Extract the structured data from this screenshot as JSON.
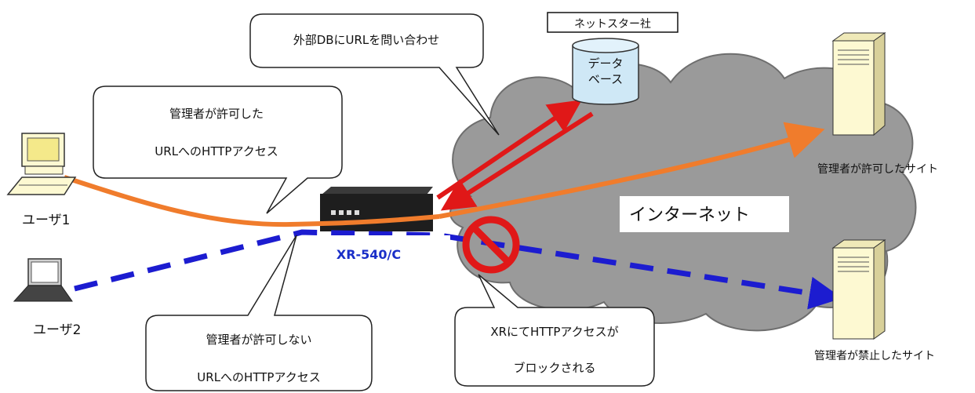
{
  "labels": {
    "user1": "ユーザ1",
    "user2": "ユーザ2",
    "router_model": "XR-540/C",
    "internet": "インターネット",
    "database": [
      "データ",
      "ベース"
    ],
    "db_provider": "ネットスター社",
    "allowed_site": "管理者が許可したサイト",
    "blocked_site": "管理者が禁止したサイト"
  },
  "callouts": {
    "query_db": "外部DBにURLを問い合わせ",
    "allowed_access": [
      "管理者が許可した",
      "URLへのHTTPアクセス"
    ],
    "denied_access": [
      "管理者が許可しない",
      "URLへのHTTPアクセス"
    ],
    "blocked": [
      "XRにてHTTPアクセスが",
      "ブロックされる"
    ]
  },
  "colors": {
    "allowed_path": "#f07c2c",
    "denied_path": "#1c1cd0",
    "db_link": "#e01818",
    "cloud": "#9a9a9a",
    "router_label": "#1a2fc8",
    "server": "#fdf9d2",
    "prohibit_sign": "#e01818"
  }
}
